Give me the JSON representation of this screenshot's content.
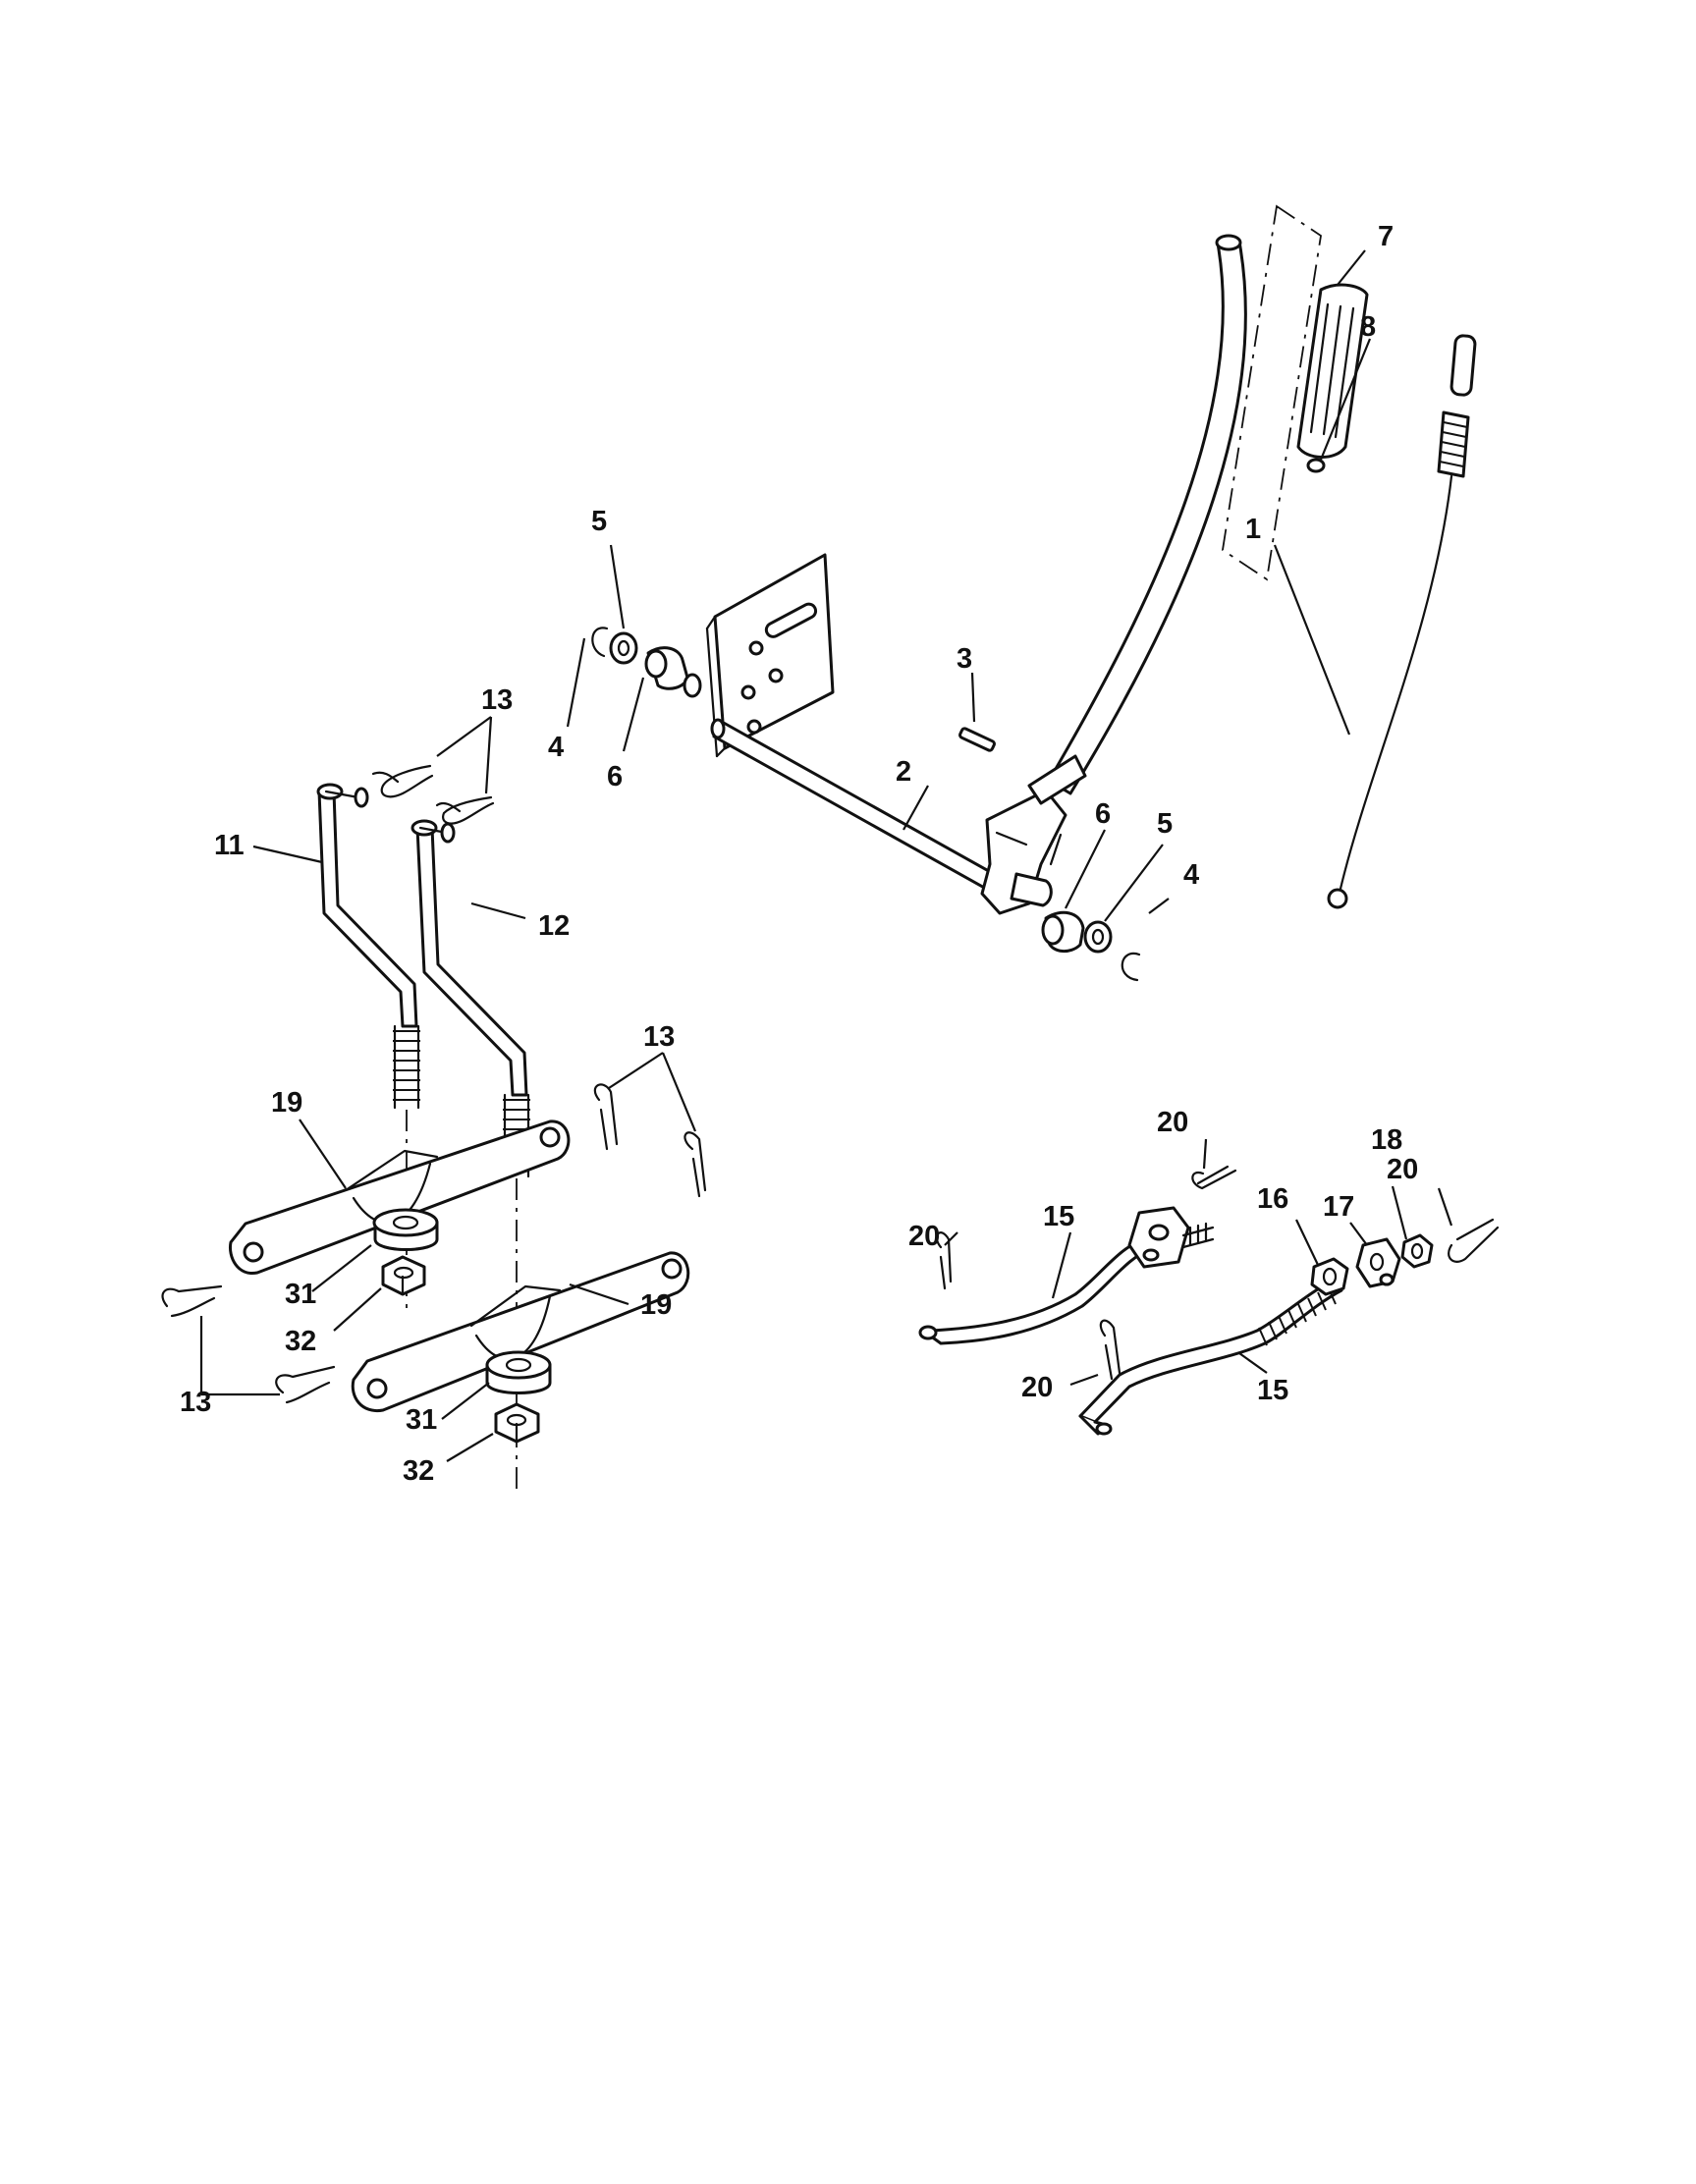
{
  "labels": {
    "l1": "1",
    "l2": "2",
    "l3": "3",
    "l4a": "4",
    "l4b": "4",
    "l5a": "5",
    "l5b": "5",
    "l6a": "6",
    "l6b": "6",
    "l7": "7",
    "l8": "8",
    "l11": "11",
    "l12": "12",
    "l13a": "13",
    "l13b": "13",
    "l13c": "13",
    "l15a": "15",
    "l15b": "15",
    "l16": "16",
    "l17": "17",
    "l18": "18",
    "l19a": "19",
    "l19b": "19",
    "l20a": "20",
    "l20b": "20",
    "l20c": "20",
    "l20d": "20",
    "l31a": "31",
    "l31b": "31",
    "l32a": "32",
    "l32b": "32"
  },
  "colors": {
    "ink": "#111111",
    "paper": "#ffffff"
  }
}
